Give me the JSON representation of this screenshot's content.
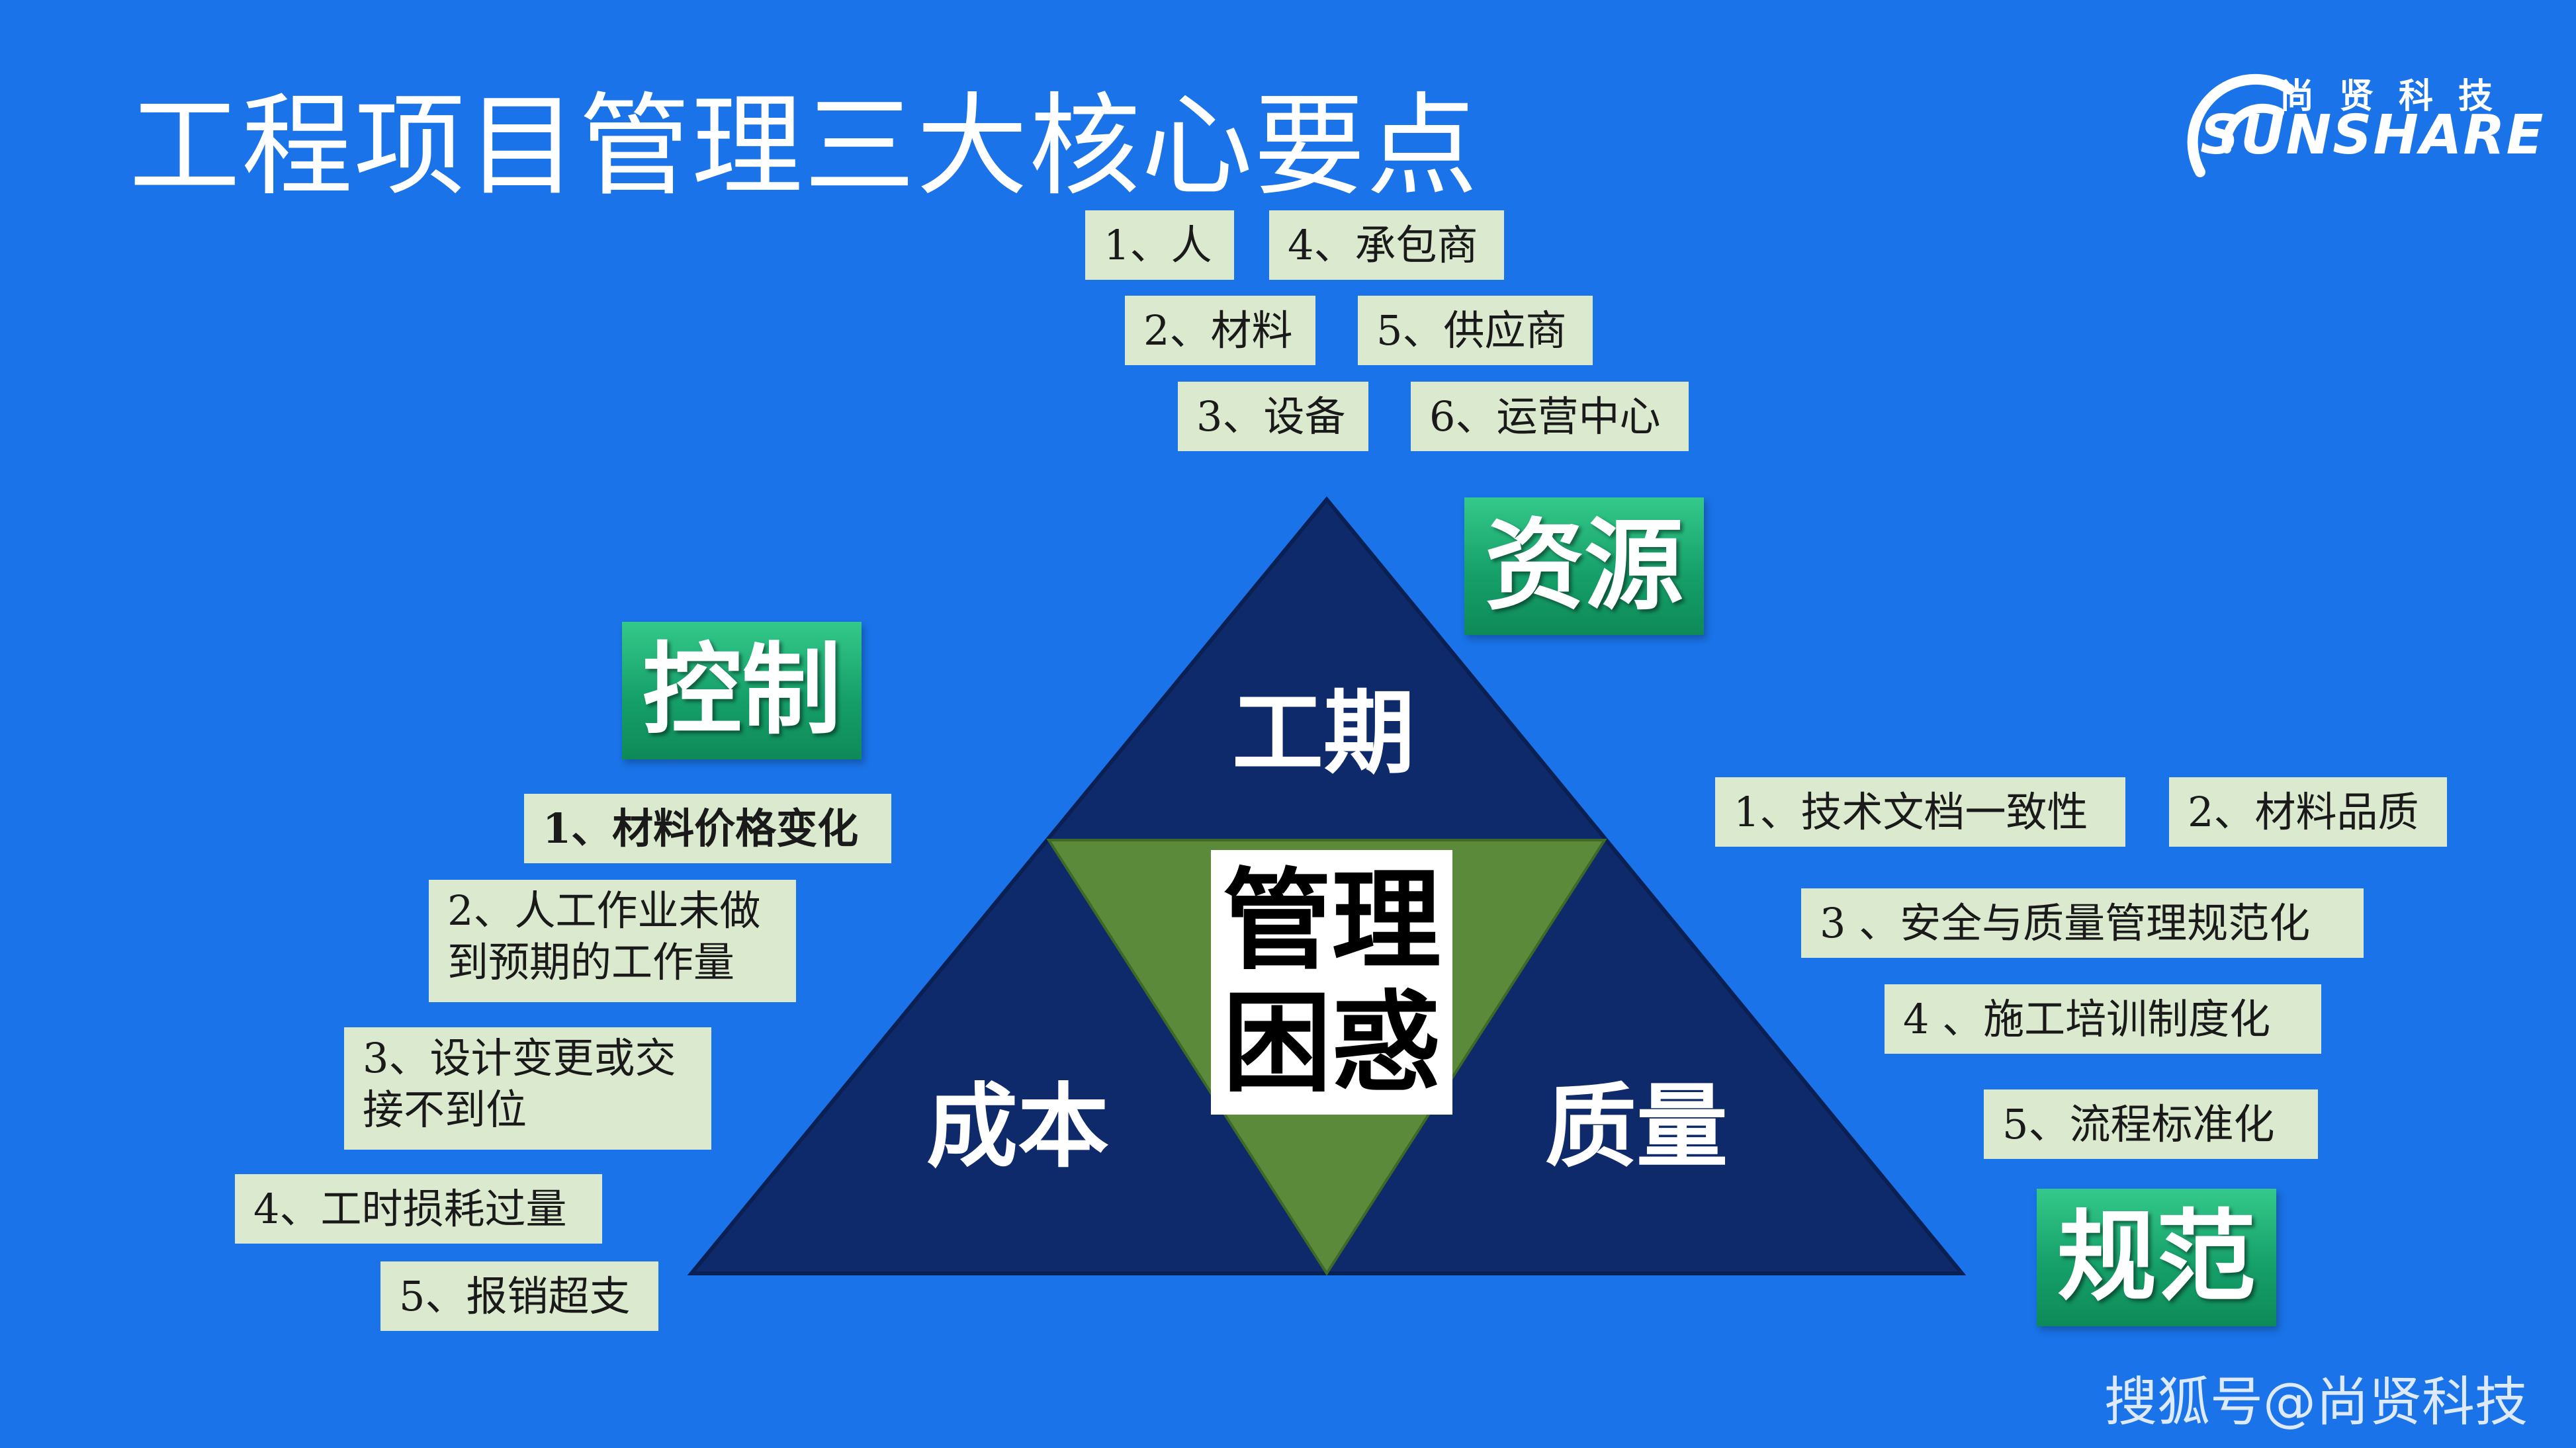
{
  "title": "工程项目管理三大核心要点",
  "logo": {
    "cn": "尚贤科技",
    "en": "SUNSHARE"
  },
  "resources": {
    "label": "资源",
    "items": [
      "1、人",
      "4、承包商",
      "2、材料",
      "5、供应商",
      "3、设备",
      "6、运营中心"
    ]
  },
  "control": {
    "label": "控制",
    "items": [
      "1、材料价格变化",
      "2、人工作业未做到预期的工作量",
      "3、设计变更或交接不到位",
      "4、工时损耗过量",
      "5、报销超支"
    ]
  },
  "standard": {
    "label": "规范",
    "items": [
      "1、技术文档一致性",
      "2、材料品质",
      "3 、安全与质量管理规范化",
      "4 、施工培训制度化",
      "5、流程标准化"
    ]
  },
  "triangle": {
    "top": "工期",
    "left": "成本",
    "right": "质量",
    "center_line1": "管理",
    "center_line2": "困惑"
  },
  "colors": {
    "background": "#1a73e8",
    "triangle": "#0f2a6b",
    "center_triangle": "#5a8a3a",
    "box": "#dbe9cf",
    "label_green": "#16a06a"
  },
  "watermark": "搜狐号@尚贤科技"
}
